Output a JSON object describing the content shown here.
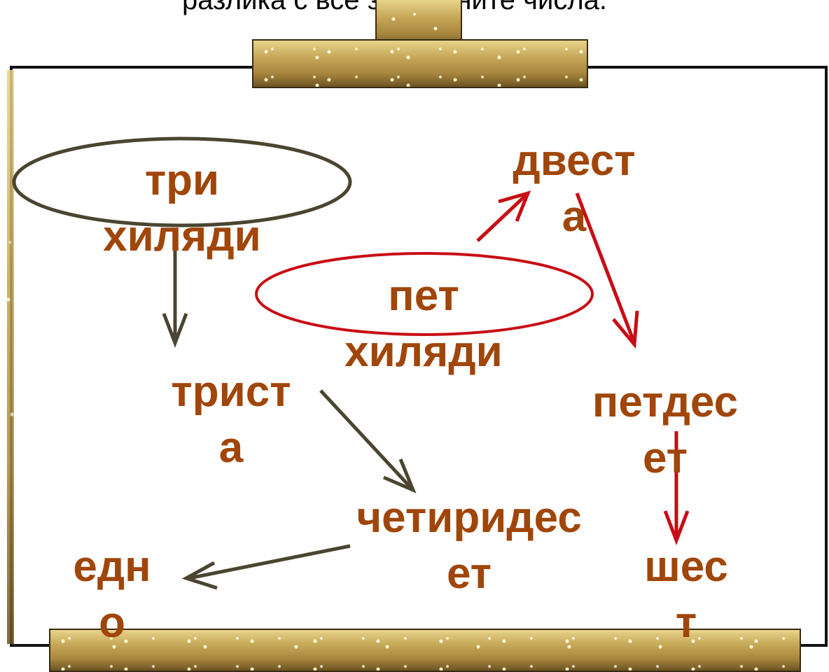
{
  "header": {
    "title": "разлика с все записаните числа."
  },
  "words": {
    "w1": {
      "line1": "три",
      "line2": "хиляди"
    },
    "w2": {
      "line1": "двест",
      "line2": "а"
    },
    "w3": {
      "line1": "пет",
      "line2": "хиляди"
    },
    "w4": {
      "line1": "трист",
      "line2": "а"
    },
    "w5": {
      "line1": "петдес",
      "line2": "ет"
    },
    "w6": {
      "line1": "четиридес",
      "line2": "ет"
    },
    "w7": {
      "line1": "едн",
      "line2": "о"
    },
    "w8": {
      "line1": "шес",
      "line2": "т"
    }
  },
  "colors": {
    "word": "#a0460a",
    "dark_arrow": "#4a4530",
    "red_arrow": "#c80d14",
    "dark_ellipse": "#4a4530",
    "red_ellipse": "#c80d14"
  }
}
